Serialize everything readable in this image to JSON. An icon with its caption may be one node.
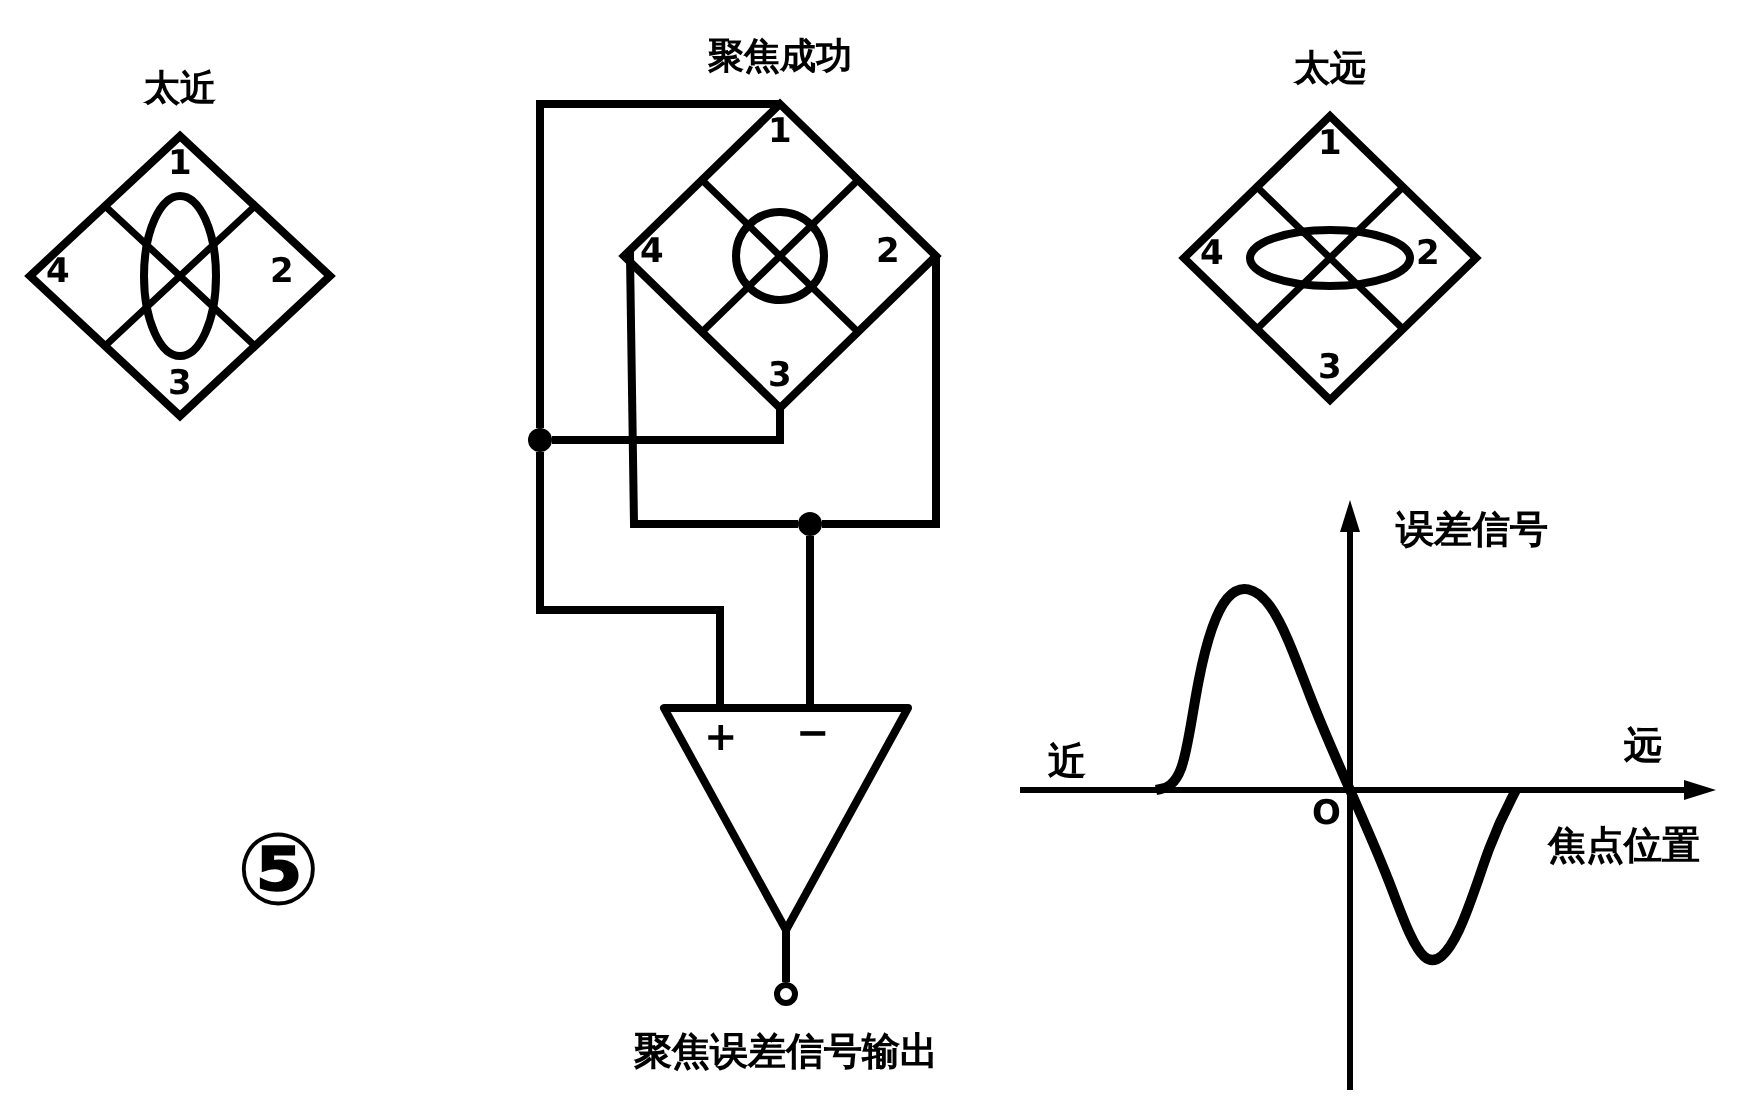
{
  "diagram": {
    "nodes": [
      {
        "text": [
          "太近",
          "1",
          "2",
          "3",
          "4"
        ]
      },
      {
        "text": [
          "聚焦成功",
          "1",
          "2",
          "3",
          "4"
        ]
      },
      {
        "text": [
          "太远",
          "1",
          "2",
          "3",
          "4"
        ]
      },
      {
        "text": [],
        "shape": "circle"
      },
      {
        "text": [],
        "shape": "circle"
      },
      {
        "text": [
          "+",
          "−"
        ]
      },
      {
        "text": [],
        "shape": "circle",
        "beside": [
          "聚焦误差信号输出"
        ]
      }
    ],
    "edges": [
      {
        "from": 1,
        "to": 3,
        "arrow": "none"
      },
      {
        "from": 1,
        "to": 3,
        "arrow": "none"
      },
      {
        "from": 3,
        "to": 5,
        "arrow": "none"
      },
      {
        "from": 1,
        "to": 4,
        "arrow": "none"
      },
      {
        "from": 1,
        "to": 4,
        "arrow": "none"
      },
      {
        "from": 4,
        "to": 5,
        "arrow": "none"
      },
      {
        "from": 5,
        "to": 6,
        "arrow": "none"
      }
    ],
    "labels": [
      "误差信号",
      "近",
      "远",
      "O",
      "焦点位置",
      "⑤"
    ]
  }
}
